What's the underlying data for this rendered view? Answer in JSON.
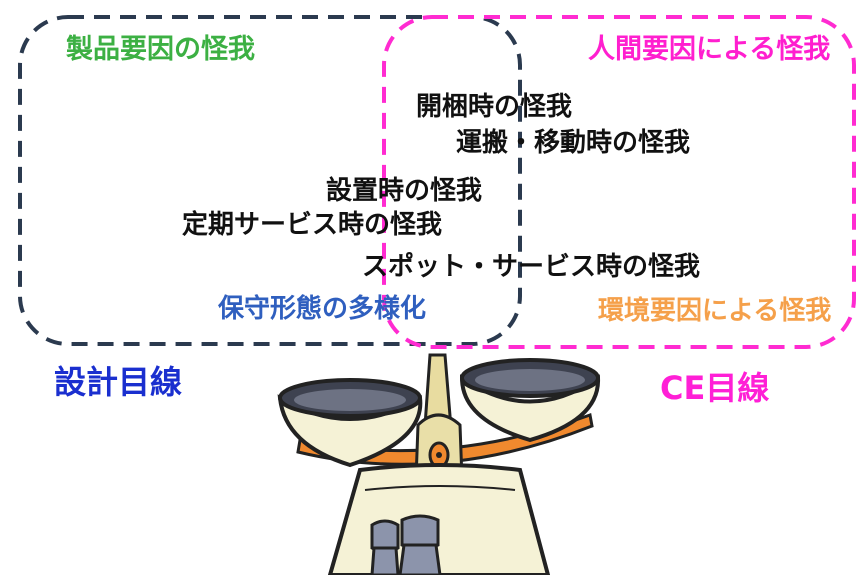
{
  "left_region": {
    "title": "製品要因の怪我",
    "bottom_label": "保守形態の多様化",
    "caption": "設計目線"
  },
  "right_region": {
    "title": "人間要因による怪我",
    "bottom_label": "環境要因による怪我",
    "caption": "CE目線"
  },
  "injury_items": [
    "開梱時の怪我",
    "運搬・移動時の怪我",
    "設置時の怪我",
    "定期サービス時の怪我",
    "スポット・サービス時の怪我"
  ],
  "colors": {
    "left_border": "#2b3a4f",
    "right_border": "#ff2bd1",
    "left_title": "#3cb043",
    "right_title": "#ff1fcf",
    "left_caption": "#1a2fcf",
    "right_caption": "#ff1fd6",
    "bottom_left": "#2f5fbf",
    "bottom_right": "#f5a04a"
  },
  "illustration": "balance-scale-icon"
}
